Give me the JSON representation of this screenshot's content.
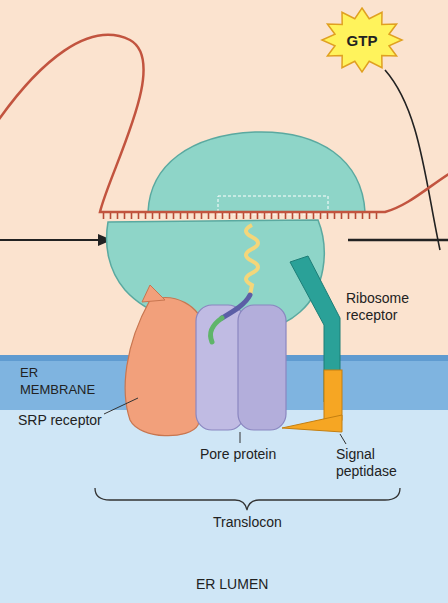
{
  "diagram": {
    "nodes": [
      {
        "text": [
          "GTP"
        ]
      }
    ],
    "labels": [
      "Ribosome receptor",
      "ER MEMBRANE",
      "SRP receptor",
      "Pore protein",
      "Signal peptidase",
      "Translocon",
      "ER LUMEN"
    ]
  }
}
